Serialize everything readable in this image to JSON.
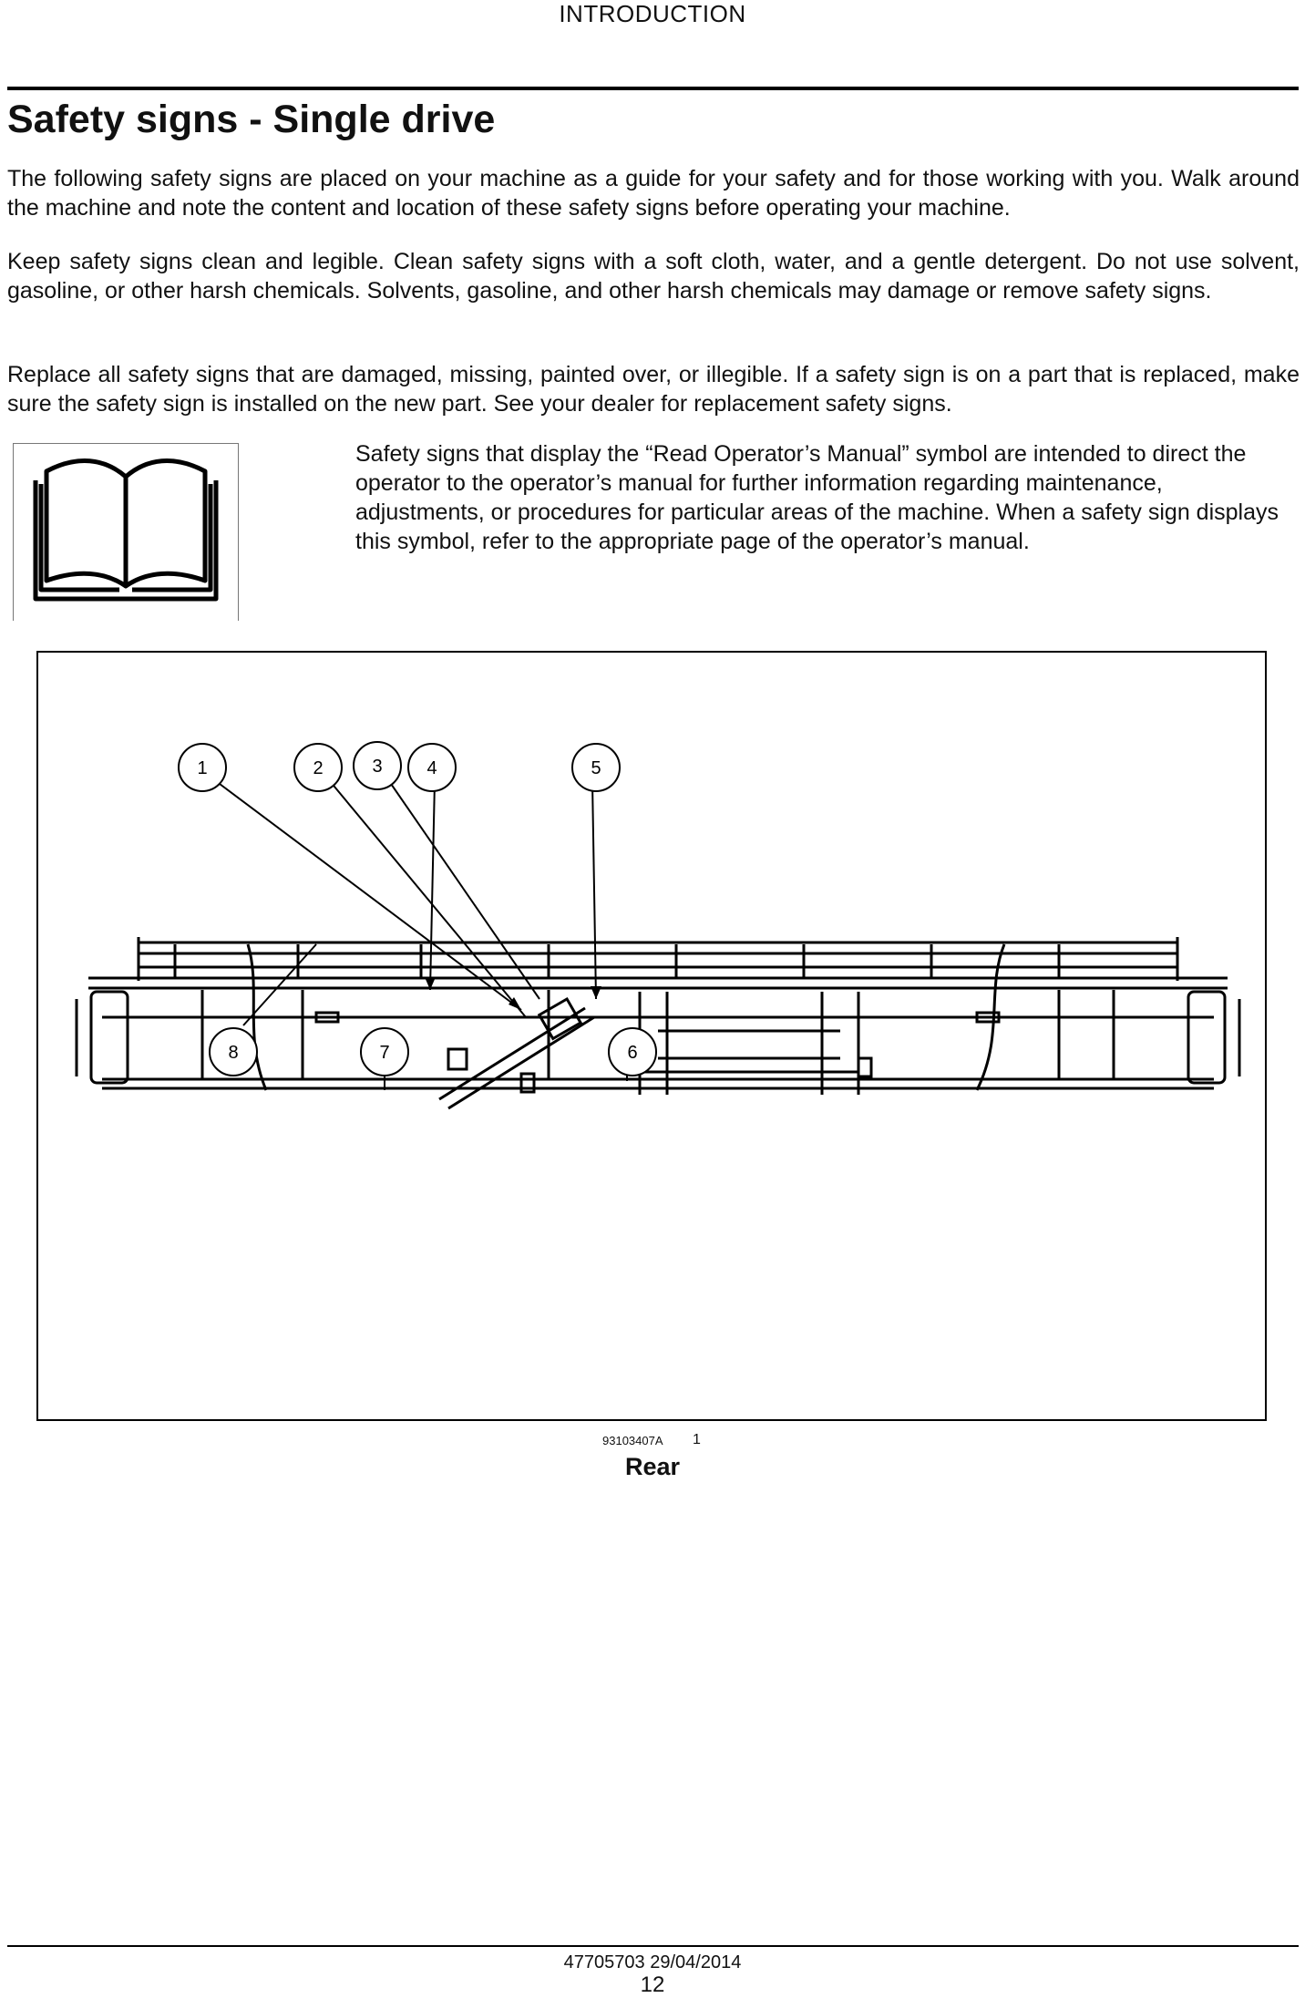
{
  "header": {
    "section": "INTRODUCTION"
  },
  "title": "Safety signs - Single drive",
  "paragraphs": [
    "The following safety signs are placed on your machine as a guide for your safety and for those working with you. Walk around the machine and note the content and location of these safety signs before operating your machine.",
    "Keep safety signs clean and legible. Clean safety signs with a soft cloth, water, and a gentle detergent. Do not use solvent, gasoline, or other harsh chemicals. Solvents, gasoline, and other harsh chemicals may damage or remove safety signs.",
    "Replace all safety signs that are damaged, missing, painted over, or illegible. If a safety sign is on a part that is replaced, make sure the safety sign is installed on the new part. See your dealer for replacement safety signs."
  ],
  "manual_note": "Safety signs that display the “Read Operator’s Manual” symbol are intended to direct the operator to the operator’s manual for further information regarding maintenance, adjustments, or procedures for particular areas of the machine. When a safety sign displays this symbol, refer to the appropriate page of the operator’s manual.",
  "figure": {
    "callouts": [
      "1",
      "2",
      "3",
      "4",
      "5",
      "6",
      "7",
      "8"
    ],
    "code": "93103407A",
    "number": "1",
    "caption": "Rear"
  },
  "footer": {
    "doc_ref": "47705703 29/04/2014",
    "page": "12"
  }
}
